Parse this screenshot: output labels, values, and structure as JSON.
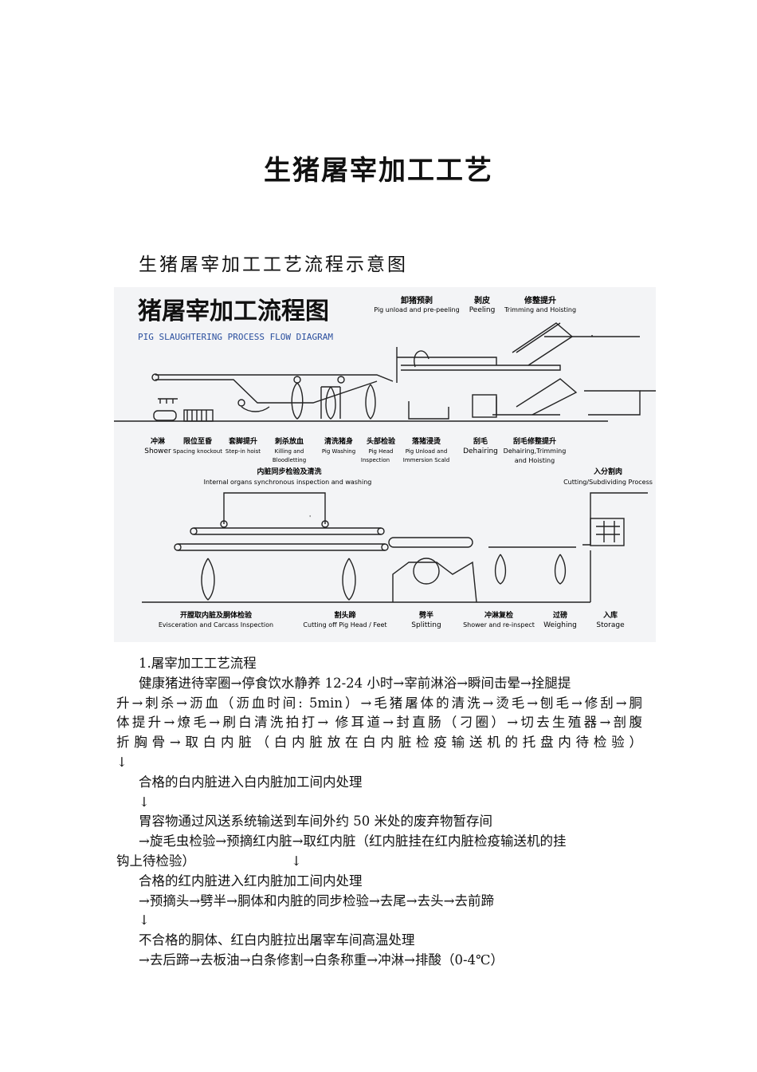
{
  "doc": {
    "title": "生猪屠宰加工工艺",
    "subtitle": "生猪屠宰加工工艺流程示意图"
  },
  "figure": {
    "title_cn": "猪屠宰加工流程图",
    "title_en": "PIG SLAUGHTERING PROCESS FLOW DIAGRAM",
    "top_labels": [
      {
        "cn": "卸猪预剥",
        "en": "Pig unload and pre-peeling"
      },
      {
        "cn": "剥皮",
        "en": "Peeling"
      },
      {
        "cn": "修整提升",
        "en": "Trimming and Hoisting"
      }
    ],
    "row1": [
      {
        "cn": "冲淋",
        "en": "Shower",
        "en2": ""
      },
      {
        "cn": "限位至昏",
        "en": "Spacing knockout",
        "en2": ""
      },
      {
        "cn": "套脚提升",
        "en": "Step-in hoist",
        "en2": ""
      },
      {
        "cn": "刺杀放血",
        "en": "Killing and",
        "en2": "Bloodletting"
      },
      {
        "cn": "清洗猪身",
        "en": "Pig Washing",
        "en2": ""
      },
      {
        "cn": "头部检验",
        "en": "Pig Head",
        "en2": "Inspection"
      },
      {
        "cn": "落猪浸烫",
        "en": "Pig Unload and",
        "en2": "Immersion Scald"
      },
      {
        "cn": "刮毛",
        "en": "Dehairing",
        "en2": ""
      },
      {
        "cn": "刮毛修整提升",
        "en": "Dehairing,Trimming",
        "en2": "and Hoisting"
      }
    ],
    "internal": {
      "cn": "内脏同步检验及清洗",
      "en": "Internal organs synchronous inspection and washing"
    },
    "cutting": {
      "cn": "入分割肉",
      "en": "Cutting/Subdividing Process"
    },
    "row2": [
      {
        "cn": "开膛取内脏及胴体检验",
        "en": "Evisceration and Carcass Inspection"
      },
      {
        "cn": "割头蹄",
        "en": "Cutting off Pig Head / Feet"
      },
      {
        "cn": "劈半",
        "en": "Splitting"
      },
      {
        "cn": "冲淋复检",
        "en": "Shower and re-inspect"
      },
      {
        "cn": "过磅",
        "en": "Weighing"
      },
      {
        "cn": "入库",
        "en": "Storage"
      }
    ]
  },
  "body": {
    "heading": "1.屠宰加工工艺流程",
    "l1": "健康猪进待宰圈→停食饮水静养 12-24 小时→宰前淋浴→瞬间击晕→拴腿提",
    "l2": "升→刺杀→沥血（沥血时间: 5min）→毛猪屠体的清洗→烫毛→刨毛→修刮→胴",
    "l3": "体提升→燎毛→刷白清洗拍打→ 修耳道→封直肠（刁圈）→切去生殖器→剖腹",
    "l4": "折胸骨→取白内脏（白内脏放在白内脏检疫输送机的托盘内待检验）",
    "l5": "↓",
    "l6": "合格的白内脏进入白内脏加工间内处理",
    "l7": "↓",
    "l8": "胃容物通过风送系统输送到车间外约 50 米处的废弃物暂存间",
    "l9": "→旋毛虫检验→预摘红内脏→取红内脏（红内脏挂在红内脏检疫输送机的挂",
    "l10a": "钩上待检验）",
    "l10b": "↓",
    "l11": "合格的红内脏进入红内脏加工间内处理",
    "l12": "→预摘头→劈半→胴体和内脏的同步检验→去尾→去头→去前蹄",
    "l13": "↓",
    "l14": "不合格的胴体、红白内脏拉出屠宰车间高温处理",
    "l15": "→去后蹄→去板油→白条修割→白条称重→冲淋→排酸（0-4℃）"
  }
}
